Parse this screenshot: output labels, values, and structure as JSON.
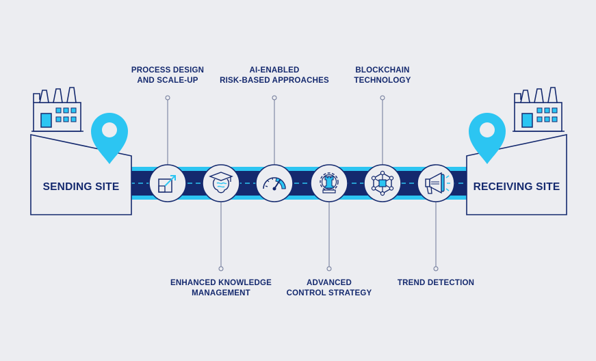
{
  "sites": {
    "sending": "SENDING SITE",
    "receiving": "RECEIVING SITE"
  },
  "steps": [
    {
      "id": "process-design",
      "lines": [
        "PROCESS DESIGN",
        "AND SCALE-UP"
      ],
      "icon": "scale-up-arrow-icon"
    },
    {
      "id": "knowledge-management",
      "lines": [
        "ENHANCED KNOWLEDGE",
        "MANAGEMENT"
      ],
      "icon": "graduate-brain-icon"
    },
    {
      "id": "risk-based",
      "lines": [
        "AI-ENABLED",
        "RISK-BASED APPROACHES"
      ],
      "icon": "gauge-icon"
    },
    {
      "id": "control-strategy",
      "lines": [
        "ADVANCED",
        "CONTROL STRATEGY"
      ],
      "icon": "gear-chess-rook-icon"
    },
    {
      "id": "blockchain",
      "lines": [
        "BLOCKCHAIN",
        "TECHNOLOGY"
      ],
      "icon": "blockchain-network-icon"
    },
    {
      "id": "trend-detection",
      "lines": [
        "TREND DETECTION"
      ],
      "icon": "megaphone-icon"
    }
  ],
  "colors": {
    "navy": "#14296e",
    "cyan": "#2cc5f2",
    "background": "#ecedf1",
    "panel": "#ecedf1"
  }
}
